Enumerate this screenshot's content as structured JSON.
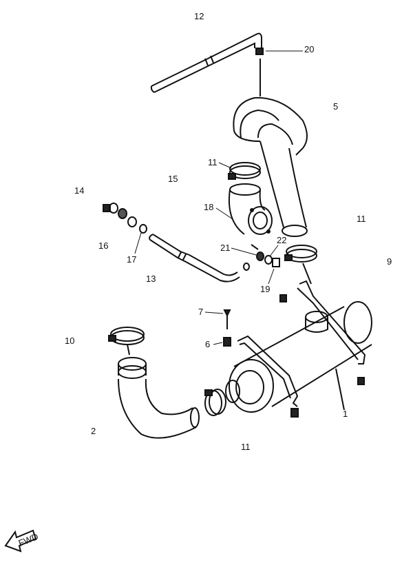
{
  "diagram": {
    "callouts": [
      "12",
      "20",
      "5",
      "11",
      "15",
      "14",
      "18",
      "11",
      "16",
      "17",
      "21",
      "22",
      "9",
      "13",
      "19",
      "7",
      "6",
      "10",
      "1",
      "2",
      "11"
    ],
    "fwd_label": "FWD"
  },
  "colors": {
    "line": "#111111",
    "fill": "#ffffff",
    "hatch": "#333333"
  }
}
